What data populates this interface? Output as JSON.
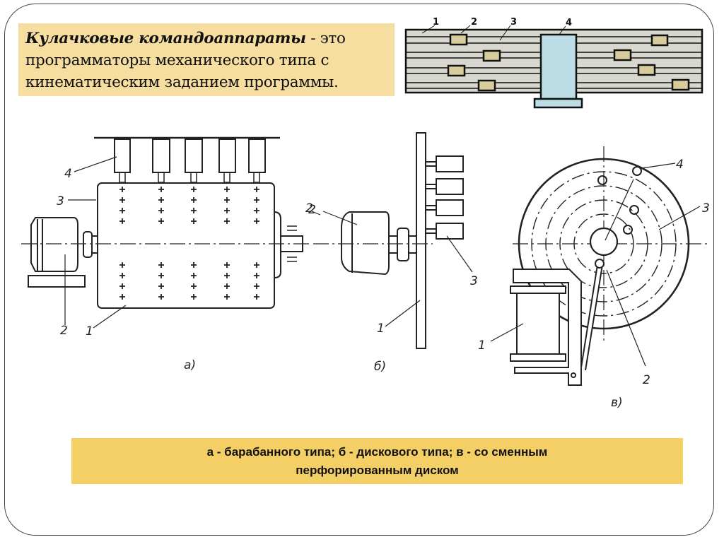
{
  "slide": {
    "title_term": "Кулачковые командоаппараты",
    "title_rest_line1": " - это",
    "title_line2": "программаторы механического типа с",
    "title_line3": "кинематическим заданием программы.",
    "caption_line1": "а - барабанного типа; б - дискового типа; в - со сменным",
    "caption_line2": "перфорированным диском"
  },
  "top_diagram": {
    "labels": [
      "1",
      "2",
      "3",
      "4"
    ],
    "colors": {
      "background": "#d9d8d0",
      "cam": "#d8cc9c",
      "roller": "#bcdce6"
    }
  },
  "figure_a": {
    "sublabel": "а)",
    "labels": {
      "drum": "1",
      "motor": "2",
      "cam": "3",
      "switch": "4",
      "shaft_marker": "2"
    },
    "switch_count": 5
  },
  "figure_b": {
    "sublabel": "б)",
    "labels": {
      "disk": "1",
      "motor": "2",
      "switch": "3"
    },
    "switch_count": 4
  },
  "figure_v": {
    "sublabel": "в)",
    "labels": {
      "magnet": "1",
      "lever": "2",
      "disk": "3",
      "hole": "4"
    }
  }
}
